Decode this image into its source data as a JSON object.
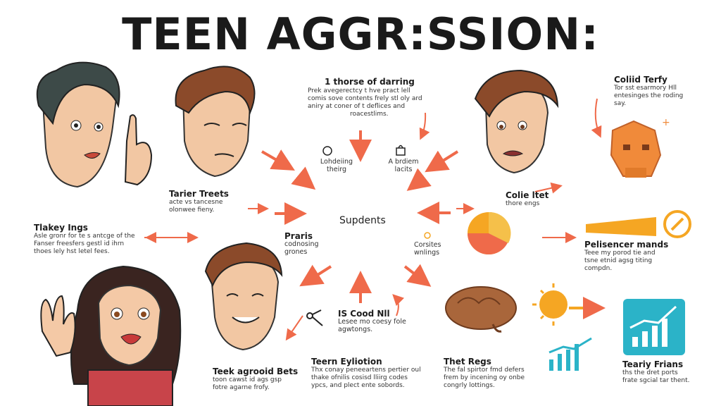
{
  "title": "TEEN AGGR:SSION:",
  "center_label": "Supdents",
  "top_center": {
    "heading": "1 thorse of darring",
    "body": [
      "Prek avegerectcy t hve pract lell",
      "comis sove contents frely stl oly ard",
      "aniry at coner of t deflices and",
      "roacestlims."
    ]
  },
  "left_items": [
    {
      "heading": "Tarier Treets",
      "body": [
        "acte vs tancesne",
        "olonwee fieny."
      ]
    },
    {
      "heading": "Tlakey Ings",
      "body": [
        "Asle gronr for te s antcge of the",
        "Fanser freesfers gestl id ihrn",
        "thoes lely hst letel fees."
      ]
    },
    {
      "heading": "Teek agrooid Bets",
      "body": [
        "toon cawst id ags gsp",
        "fotre agarne frofy."
      ]
    }
  ],
  "middle_labels": [
    {
      "heading": "Lohdeiing",
      "sub": "theirg"
    },
    {
      "heading": "A brdiem",
      "sub": "lacits"
    },
    {
      "heading": "Praris",
      "sub": "codnosing grones"
    },
    {
      "heading": "Corsites",
      "sub": "wnlings"
    },
    {
      "heading": "IS Cood Nll",
      "sub": "Lesee mo coesy fole agwtongs."
    }
  ],
  "bottom_items": [
    {
      "heading": "Teern Eyliotion",
      "body": [
        "Thx conay peneeartens pertier oul",
        "thake ofnilis cosisd lliirg codes",
        "ypcs, and plect ente sobords."
      ]
    },
    {
      "heading": "Thet Regs",
      "body": [
        "The fal spirtor fmd defers",
        "frem by incening oy onbe",
        "congrly lottings."
      ]
    }
  ],
  "right_items": [
    {
      "heading": "Coliid Terfy",
      "body": [
        "Tor sst esarmory Hll",
        "entesinges the roding",
        "say."
      ]
    },
    {
      "heading": "Colie ltet",
      "body": [
        "thore engs"
      ]
    },
    {
      "heading": "Pelisencer mands",
      "body": [
        "Teee my porod tie and",
        "tsne etnid agsg titing",
        "compdn."
      ]
    },
    {
      "heading": "Teariy Frians",
      "body": [
        "ths the dret ports",
        "frate sgcial tar thent."
      ]
    }
  ],
  "colors": {
    "arrow": "#ef6a4a",
    "orange": "#f5a623",
    "skull": "#f08a3a",
    "cyan": "#2bb3c8",
    "brain": "#a9663b"
  },
  "icons": [
    "person-angry",
    "person-suspicious",
    "person-worried",
    "girl-shocked",
    "person-smile",
    "skull-icon",
    "brain-icon",
    "sun-icon",
    "chart-icon",
    "pie-chart-icon",
    "megaphone-icon",
    "lock-icon",
    "scissors-icon"
  ]
}
